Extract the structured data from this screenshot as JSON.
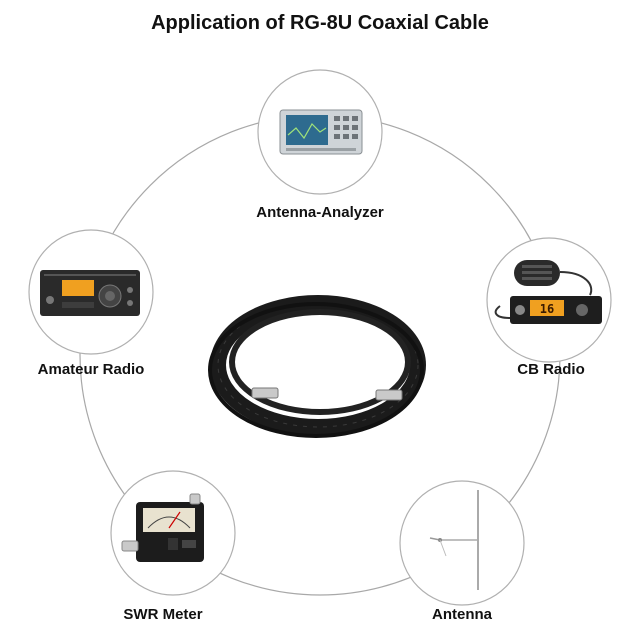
{
  "title": "Application of RG-8U Coaxial Cable",
  "nodes": [
    {
      "label": "Antenna-Analyzer"
    },
    {
      "label": "CB Radio"
    },
    {
      "label": "Antenna"
    },
    {
      "label": "SWR Meter"
    },
    {
      "label": "Amateur Radio"
    }
  ],
  "devices": {
    "cb_radio_display": "16"
  },
  "colors": {
    "ring": "#999999",
    "cable": "#1b1b1b",
    "screen_blue": "#2e6b8f",
    "display_orange": "#f0a020"
  }
}
